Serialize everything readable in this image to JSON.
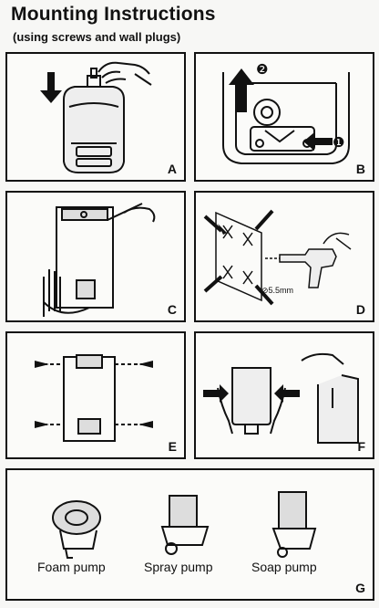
{
  "header": {
    "title": "Mounting Instructions",
    "subtitle": "(using screws and wall plugs)"
  },
  "panels": {
    "a": {
      "label": "A"
    },
    "b": {
      "label": "B",
      "step1_marker": "❶",
      "step2_marker": "❷"
    },
    "c": {
      "label": "C"
    },
    "d": {
      "label": "D",
      "drill_size": "⊘5.5mm"
    },
    "e": {
      "label": "E"
    },
    "f": {
      "label": "F"
    },
    "g": {
      "label": "G",
      "pumps": [
        "Foam pump",
        "Spray pump",
        "Soap pump"
      ]
    }
  }
}
